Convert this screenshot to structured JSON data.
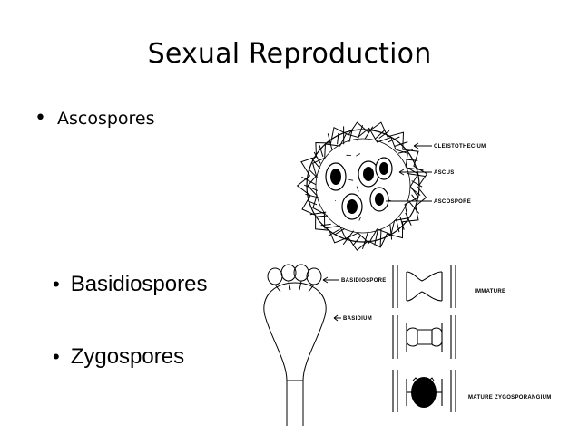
{
  "slide": {
    "title": "Sexual Reproduction",
    "bullets": [
      "Ascospores",
      "Basidiospores",
      "Zygospores"
    ]
  },
  "figures": {
    "ascus": {
      "labels": [
        "CLEISTOTHECIUM",
        "ASCUS",
        "ASCOSPORE"
      ]
    },
    "basidium": {
      "labels": [
        "BASIDIOSPORE",
        "BASIDIUM"
      ]
    },
    "zygo": {
      "labels": [
        "IMMATURE",
        "MATURE ZYGOSPORANGIUM"
      ]
    }
  }
}
